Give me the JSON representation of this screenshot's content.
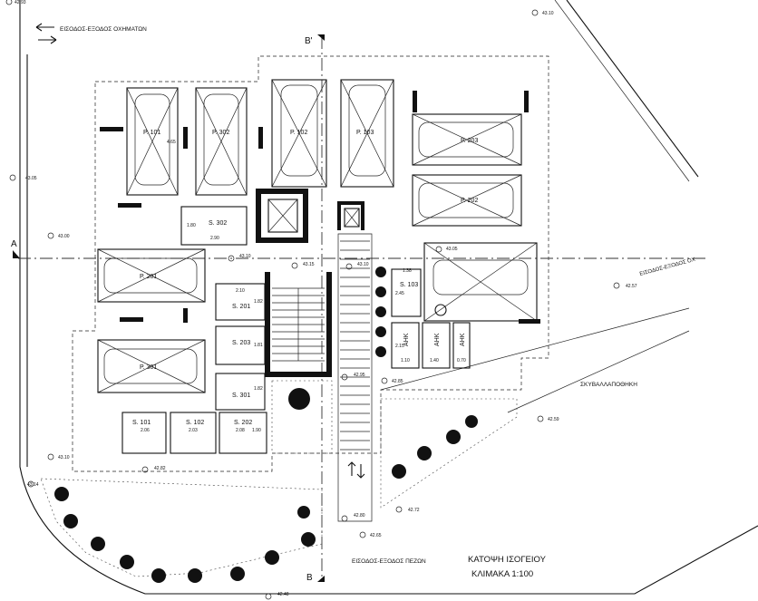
{
  "labels": {
    "vehicle_entrance": "ΕΙΣΟΔΟΣ-ΕΞΟΔΟΣ ΟΧΗΜΑΤΩΝ",
    "vehicle_entrance_right": "ΕΙΣΟΔΟΣ-ΕΞΟΔΟΣ ΟΧ",
    "pedestrian_entrance": "ΕΙΣΟΔΟΣ-ΕΞΟΔΟΣ ΠΕΖΩΝ",
    "refuse_store": "ΣΚΥΒΑΛΛΑΠΟΘΗΚΗ",
    "plan_title": "ΚΑΤΟΨΗ ΙΣΟΓΕΙΟΥ",
    "plan_scale": "ΚΛΙΜΑΚΑ 1:100",
    "section_a": "A",
    "section_b_top": "B'",
    "section_b_bottom": "B"
  },
  "parking": [
    {
      "name": "P. 101"
    },
    {
      "name": "P. 302"
    },
    {
      "name": "P. 102"
    },
    {
      "name": "P. 103"
    },
    {
      "name": "P. 203"
    },
    {
      "name": "P. 202"
    },
    {
      "name": "P. 201"
    },
    {
      "name": "P. 301"
    }
  ],
  "storage": [
    {
      "name": "S. 302"
    },
    {
      "name": "S. 201"
    },
    {
      "name": "S. 203"
    },
    {
      "name": "S. 301"
    },
    {
      "name": "S. 101"
    },
    {
      "name": "S. 102"
    },
    {
      "name": "S. 202"
    },
    {
      "name": "S. 103"
    }
  ],
  "ahk": [
    "ΑΗΚ",
    "ΑΗΚ",
    "ΑΗΚ"
  ],
  "dimensions": [
    "1.80",
    "2.90",
    "2.10",
    "1.82",
    "1.81",
    "1.82",
    "2.06",
    "2.03",
    "2.08",
    "1.90",
    "1.38",
    "2.45",
    "2.15",
    "1.10",
    "1.40",
    "0.70",
    "4.65"
  ],
  "levels": [
    "42.93",
    "43.10",
    "43.05",
    "43.00",
    "43.15",
    "43.10",
    "43.10",
    "43.05",
    "42.57",
    "42.95",
    "42.85",
    "42.59",
    "43.10",
    "42.82",
    "43.14",
    "42.72",
    "42.80",
    "42.65",
    "42.48"
  ]
}
